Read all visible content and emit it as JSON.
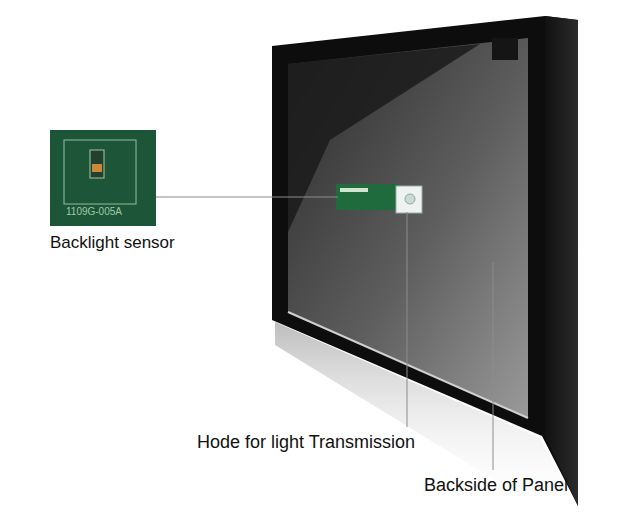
{
  "diagram": {
    "labels": [
      "1109G-005A",
      "Backlight sensor",
      "Hode for light Transmission",
      "Backside of Panel"
    ]
  }
}
